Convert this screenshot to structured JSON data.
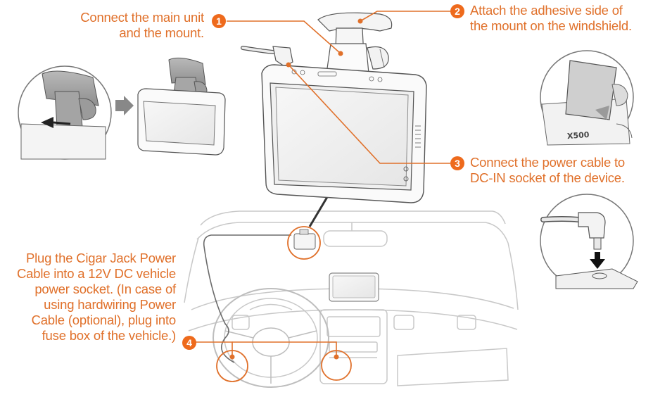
{
  "steps": [
    {
      "number": "1",
      "text": "Connect the main unit\nand the mount."
    },
    {
      "number": "2",
      "text": "Attach the adhesive side of\nthe mount on the windshield."
    },
    {
      "number": "3",
      "text": "Connect the power cable to\nDC-IN socket of the device."
    },
    {
      "number": "4",
      "text": "Plug the Cigar Jack Power\nCable into a 12V DC vehicle\npower socket. (In case of\nusing hardwiring Power\nCable (optional), plug into\nfuse box of the vehicle.)"
    }
  ],
  "device_model_label": "X500",
  "colors": {
    "accent": "#ee6a1c",
    "text_accent": "#e0702a",
    "line_art": "#555555"
  }
}
